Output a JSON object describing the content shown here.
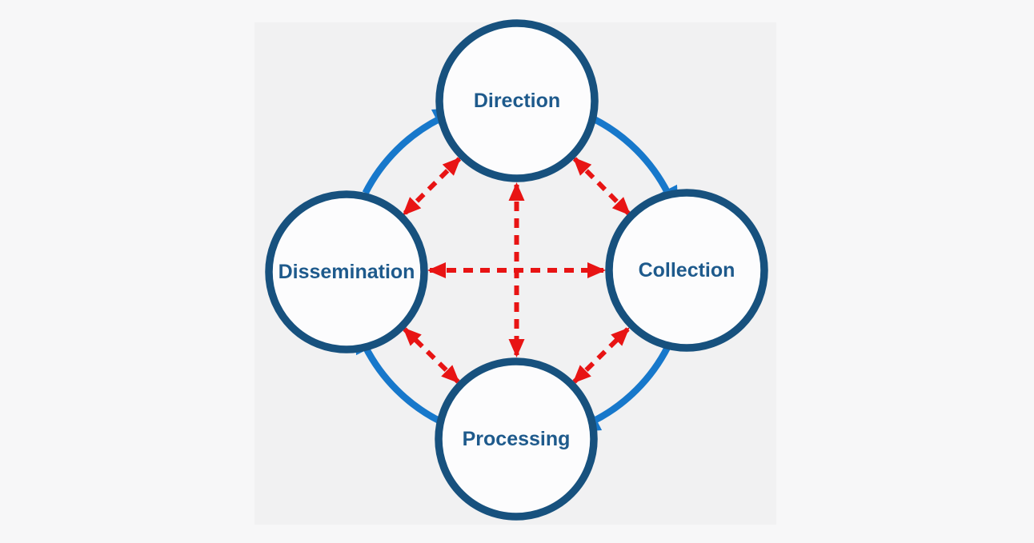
{
  "diagram": {
    "name": "intelligence-cycle",
    "nodes": [
      {
        "id": "direction",
        "label": "Direction",
        "position": "top"
      },
      {
        "id": "collection",
        "label": "Collection",
        "position": "right"
      },
      {
        "id": "processing",
        "label": "Processing",
        "position": "bottom"
      },
      {
        "id": "dissemination",
        "label": "Dissemination",
        "position": "left"
      }
    ],
    "cycle_edges": [
      {
        "from": "Dissemination",
        "to": "Direction",
        "style": "solid-curved",
        "direction": "one-way"
      },
      {
        "from": "Direction",
        "to": "Collection",
        "style": "solid-curved",
        "direction": "one-way"
      },
      {
        "from": "Collection",
        "to": "Processing",
        "style": "solid-curved",
        "direction": "one-way"
      },
      {
        "from": "Processing",
        "to": "Dissemination",
        "style": "solid-curved",
        "direction": "one-way"
      }
    ],
    "feedback_edges": [
      {
        "between": [
          "Direction",
          "Processing"
        ],
        "style": "dashed",
        "direction": "two-way"
      },
      {
        "between": [
          "Dissemination",
          "Collection"
        ],
        "style": "dashed",
        "direction": "two-way"
      },
      {
        "between": [
          "Direction",
          "Dissemination"
        ],
        "style": "dashed",
        "direction": "two-way"
      },
      {
        "between": [
          "Direction",
          "Collection"
        ],
        "style": "dashed",
        "direction": "two-way"
      },
      {
        "between": [
          "Processing",
          "Dissemination"
        ],
        "style": "dashed",
        "direction": "two-way"
      },
      {
        "between": [
          "Processing",
          "Collection"
        ],
        "style": "dashed",
        "direction": "two-way"
      }
    ],
    "colors": {
      "node_border": "#17517E",
      "node_fill": "#FCFCFD",
      "label": "#1E5A8C",
      "cycle_arrow": "#1778CB",
      "feedback_arrow": "#E81414",
      "background": "#F7F7F8",
      "panel": "#F1F1F2"
    }
  }
}
